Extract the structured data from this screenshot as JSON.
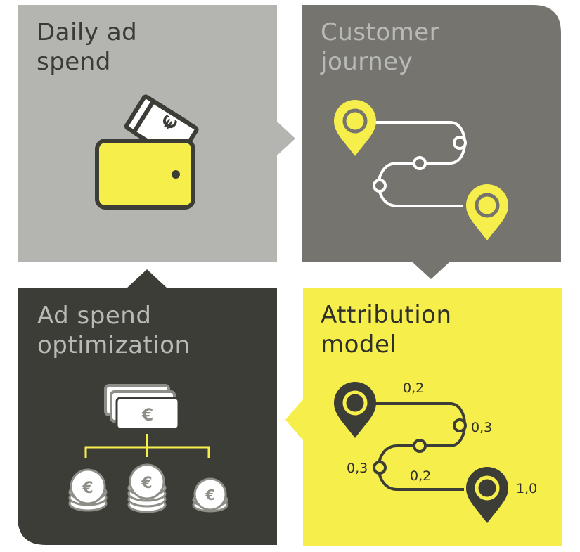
{
  "panels": {
    "daily_ad_spend": {
      "title": "Daily  ad\nspend",
      "bg": "#b4b5b1"
    },
    "customer_journey": {
      "title": "Customer\njourney",
      "bg": "#75746e"
    },
    "ad_spend_optimization": {
      "title": "Ad spend\noptimization",
      "bg": "#3d3d37"
    },
    "attribution_model": {
      "title": "Attribution\nmodel",
      "bg": "#f6ee4b",
      "weights": {
        "w1": "0,2",
        "w2": "0,3",
        "w3": "0,3",
        "w4": "0,2",
        "w5": "1,0"
      }
    }
  },
  "colors": {
    "accent_yellow": "#f6ee4b",
    "dark": "#3d3d37",
    "white": "#ffffff"
  },
  "icons": {
    "wallet_currency": "€",
    "banknote_currency": "€",
    "coin_currency": "€"
  }
}
